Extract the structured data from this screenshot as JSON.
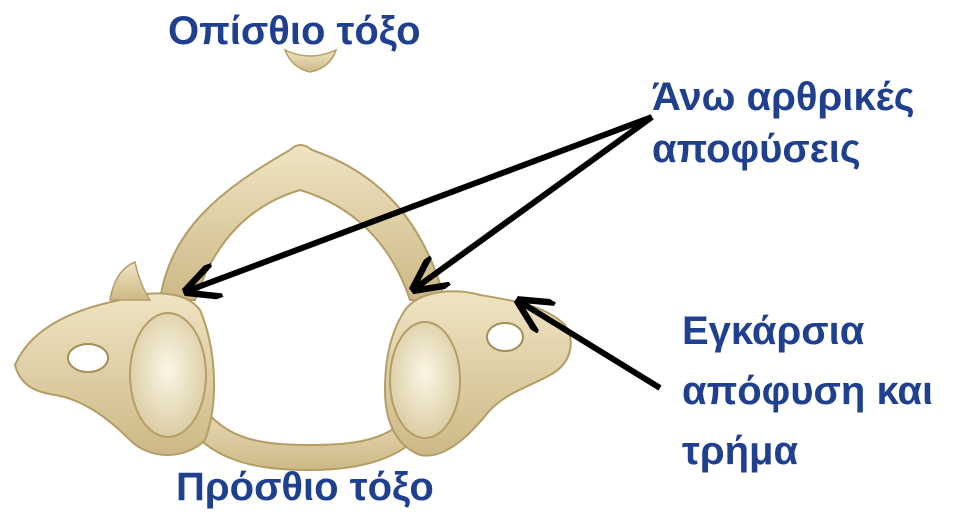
{
  "labels": {
    "posterior_arch": "Οπίσθιο τόξο",
    "superior_articular_line1": "Άνω αρθρικές",
    "superior_articular_line2": "αποφύσεις",
    "transverse_line1": "Εγκάρσια",
    "transverse_line2": "απόφυση και",
    "transverse_line3": "τρήμα",
    "anterior_arch": "Πρόσθιο τόξο"
  },
  "colors": {
    "label_text": "#1f3f8f",
    "arrow": "#000000",
    "bone_fill": "#e8dcb6",
    "bone_shadow": "#bda86f",
    "facet_fill": "#f2ead0",
    "background": "#ffffff"
  }
}
